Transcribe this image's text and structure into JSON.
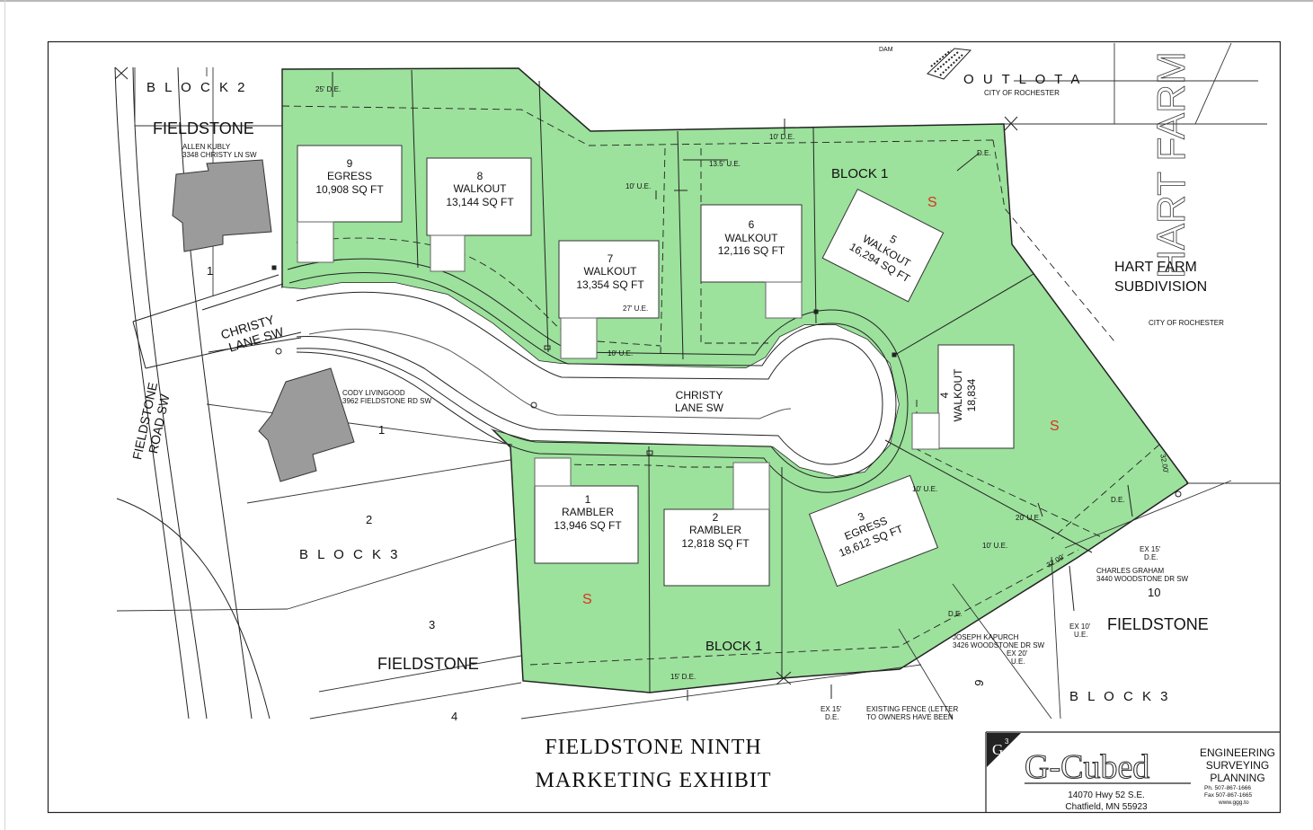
{
  "plat": {
    "lots": [
      {
        "num": "9",
        "type": "EGRESS",
        "area": "10,908 SQ FT"
      },
      {
        "num": "8",
        "type": "WALKOUT",
        "area": "13,144 SQ FT"
      },
      {
        "num": "7",
        "type": "WALKOUT",
        "area": "13,354 SQ FT"
      },
      {
        "num": "6",
        "type": "WALKOUT",
        "area": "12,116 SQ FT"
      },
      {
        "num": "5",
        "type": "WALKOUT",
        "area": "16,294 SQ FT"
      },
      {
        "num": "4",
        "type": "WALKOUT",
        "area": "18,834"
      },
      {
        "num": "3",
        "type": "EGRESS",
        "area": "18,612 SQ FT"
      },
      {
        "num": "2",
        "type": "RAMBLER",
        "area": "12,818 SQ FT"
      },
      {
        "num": "1",
        "type": "RAMBLER",
        "area": "13,946 SQ FT"
      }
    ],
    "block_labels": {
      "block2": "B L O C K   2",
      "block1_top": "BLOCK 1",
      "block1_bottom": "BLOCK 1",
      "block3_left": "B L O C K   3",
      "block3_right": "B L O C K   3"
    },
    "fieldstone_labels": {
      "topleft": "FIELDSTONE",
      "bottom": "FIELDSTONE",
      "right": "FIELDSTONE"
    },
    "street_labels": {
      "christy_main": "CHRISTY",
      "christy_main_2": "LANE SW",
      "christy_west": "CHRISTY",
      "christy_west_2": "LANE SW",
      "fieldstone_road": "FIELDSTONE",
      "fieldstone_road_2": "ROAD SW"
    },
    "owners": {
      "kubly": "ALLEN KUBLY",
      "kubly_addr": "3348 CHRISTY LN SW",
      "livingood": "CODY LIVINGOOD",
      "livingood_addr": "3962 FIELDSTONE RD SW",
      "graham": "CHARLES GRAHAM",
      "graham_addr": "3440 WOODSTONE DR SW",
      "kapurch": "JOSEPH KAPURCH",
      "kapurch_addr": "3426 WOODSTONE DR SW"
    },
    "outlot": "O U T L O T   A",
    "outlot_city": "CITY OF ROCHESTER",
    "hart_farm": "HART FARM",
    "hart_subdivision": "SUBDIVISION",
    "hart_city": "CITY OF ROCHESTER",
    "hart_vertical": "HART FARM",
    "neighbor_lot_numbers": {
      "b2_lot1": "1",
      "b3_lot1": "1",
      "b3_lot2": "2",
      "b3_lot3": "3",
      "b3_lot4": "4",
      "lot10": "10",
      "lot9": "9"
    },
    "easements": {
      "de25": "25' D.E.",
      "de10_top": "10' D.E.",
      "ue13": "13.5' U.E.",
      "ue10_a": "10' U.E.",
      "ue27": "27' U.E.",
      "ue10_b": "10' U.E.",
      "de_ne": "D.E.",
      "ue10_c": "10' U.E.",
      "ue20": "20' U.E.",
      "ue10_d": "10' U.E.",
      "de_se": "D.E.",
      "ex15_right": "EX 15'",
      "ex15_right_2": "D.E.",
      "ex10": "EX 10'",
      "ex10_2": "U.E.",
      "ex20": "EX 20'",
      "ex20_2": "U.E.",
      "de_kapurch": "D.E.",
      "de15_bottom": "15' D.E.",
      "ex15_bottom": "EX 15'",
      "ex15_bottom_2": "D.E.",
      "fence_1": "EXISTING FENCE (LETTER",
      "fence_2": "TO OWNERS HAVE BEEN",
      "dim_3200": "32.00'",
      "dim_3209": "32.09'",
      "dam": "DAM"
    },
    "s_marks": [
      "S",
      "S",
      "S"
    ],
    "colors": {
      "lot_green": "#9ce19c",
      "building_gray": "#9b9b9b",
      "s_red": "#d9341e"
    }
  },
  "title_block": {
    "title_line1": "FIELDSTONE NINTH",
    "title_line2": "MARKETING EXHIBIT",
    "logo_mark": "G",
    "logo_sup": "3",
    "company": "G-Cubed",
    "services": [
      "ENGINEERING",
      "SURVEYING",
      "PLANNING"
    ],
    "phone": "Ph. 507-867-1666",
    "fax": "Fax 507-867-1665",
    "web": "www.ggg.to",
    "address1": "14070 Hwy 52 S.E.",
    "address2": "Chatfield, MN 55923"
  }
}
